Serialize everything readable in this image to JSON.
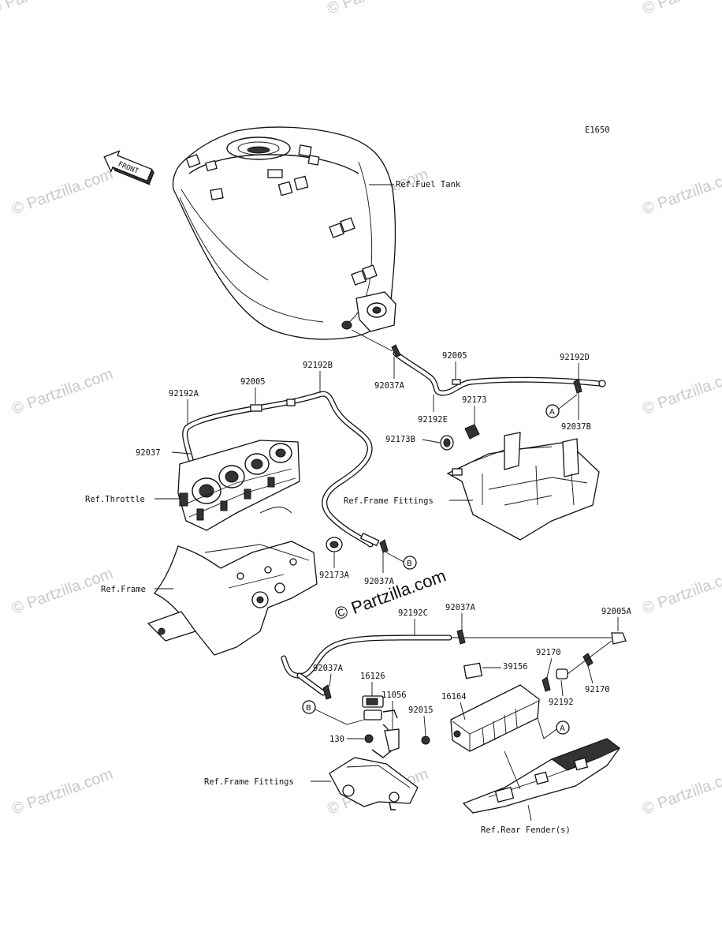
{
  "diagram": {
    "code": "E1650",
    "front_label": "FRONT",
    "watermark": "© Partzilla.com",
    "watermark_center": "© Partzilla.com",
    "callouts": [
      {
        "id": "ref-fuel-tank",
        "text": "Ref.Fuel Tank"
      },
      {
        "id": "p92005-top",
        "text": "92005"
      },
      {
        "id": "p92192d",
        "text": "92192D"
      },
      {
        "id": "p92192b",
        "text": "92192B"
      },
      {
        "id": "p92005-left",
        "text": "92005"
      },
      {
        "id": "p92192a",
        "text": "92192A"
      },
      {
        "id": "p92037a-top",
        "text": "92037A"
      },
      {
        "id": "p92192e",
        "text": "92192E"
      },
      {
        "id": "p92173",
        "text": "92173"
      },
      {
        "id": "p92173b",
        "text": "92173B"
      },
      {
        "id": "p92037b",
        "text": "92037B"
      },
      {
        "id": "p92037",
        "text": "92037"
      },
      {
        "id": "ref-throttle",
        "text": "Ref.Throttle"
      },
      {
        "id": "ref-frame-fittings-top",
        "text": "Ref.Frame Fittings"
      },
      {
        "id": "p92173a",
        "text": "92173A"
      },
      {
        "id": "p92037a-mid",
        "text": "92037A"
      },
      {
        "id": "ref-frame",
        "text": "Ref.Frame"
      },
      {
        "id": "p92192c",
        "text": "92192C"
      },
      {
        "id": "p92037a-right",
        "text": "92037A"
      },
      {
        "id": "p92005a",
        "text": "92005A"
      },
      {
        "id": "p92170-top",
        "text": "92170"
      },
      {
        "id": "p39156",
        "text": "39156"
      },
      {
        "id": "p92037a-low",
        "text": "92037A"
      },
      {
        "id": "p16126",
        "text": "16126"
      },
      {
        "id": "p11056",
        "text": "11056"
      },
      {
        "id": "p16164",
        "text": "16164"
      },
      {
        "id": "p92170-right",
        "text": "92170"
      },
      {
        "id": "p92192",
        "text": "92192"
      },
      {
        "id": "p92015",
        "text": "92015"
      },
      {
        "id": "p130",
        "text": "130"
      },
      {
        "id": "ref-frame-fittings-low",
        "text": "Ref.Frame Fittings"
      },
      {
        "id": "ref-rear-fenders",
        "text": "Ref.Rear Fender(s)"
      }
    ],
    "markers": {
      "a_right": "A",
      "b_mid": "B",
      "b_low": "B",
      "a_low": "A"
    }
  }
}
